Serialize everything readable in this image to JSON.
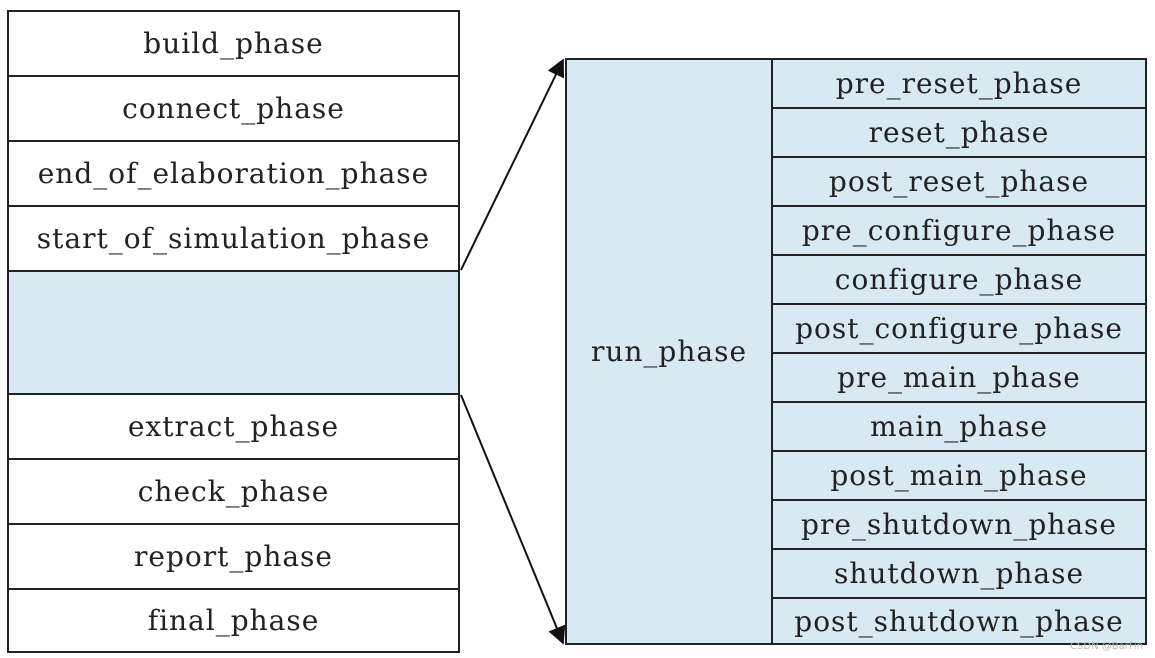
{
  "left_column": {
    "rows": [
      {
        "label": "build_phase"
      },
      {
        "label": "connect_phase"
      },
      {
        "label": "end_of_elaboration_phase"
      },
      {
        "label": "start_of_simulation_phase"
      },
      {
        "label": "",
        "highlighted": true
      },
      {
        "label": "extract_phase"
      },
      {
        "label": "check_phase"
      },
      {
        "label": "report_phase"
      },
      {
        "label": "final_phase"
      }
    ]
  },
  "run_block": {
    "label": "run_phase",
    "sub_phases": [
      "pre_reset_phase",
      "reset_phase",
      "post_reset_phase",
      "pre_configure_phase",
      "configure_phase",
      "post_configure_phase",
      "pre_main_phase",
      "main_phase",
      "post_main_phase",
      "pre_shutdown_phase",
      "shutdown_phase",
      "post_shutdown_phase"
    ]
  },
  "colors": {
    "highlight_fill": "#d7eaf1",
    "border": "#222222",
    "text": "#222222"
  },
  "watermark": "CSDN @BarFin"
}
